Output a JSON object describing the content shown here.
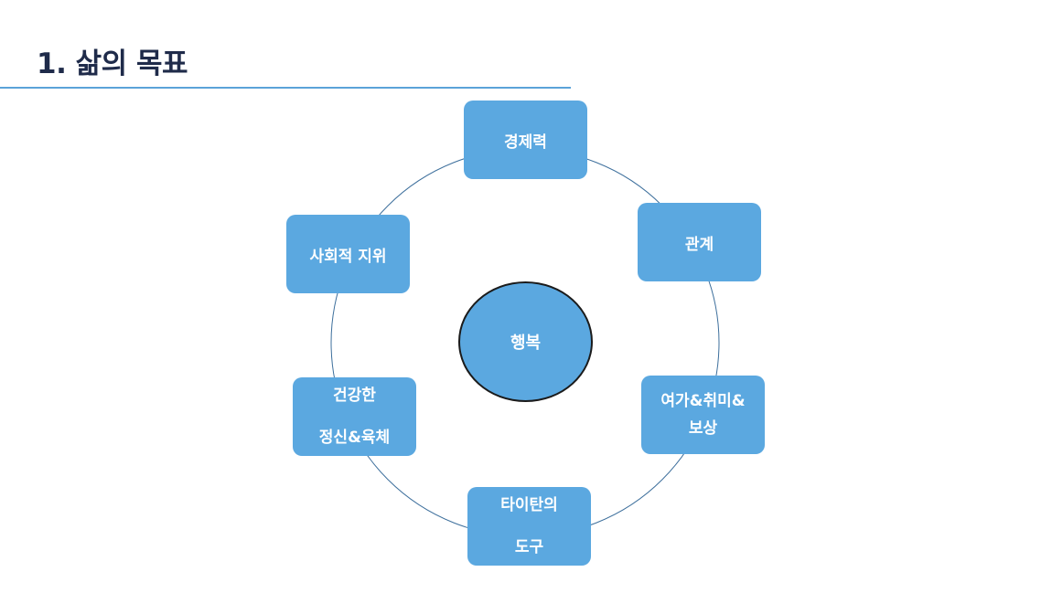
{
  "title": "1. 삶의 목표",
  "center": {
    "label": "행복"
  },
  "nodes": {
    "finance": {
      "lines": [
        "경제력"
      ]
    },
    "relationship": {
      "lines": [
        "관계"
      ]
    },
    "leisure": {
      "lines": [
        "여가&취미&",
        "보상"
      ]
    },
    "titan_tools": {
      "lines": [
        "타이탄의",
        "도구"
      ]
    },
    "health": {
      "lines": [
        "건강한",
        "정신&육체"
      ]
    },
    "status": {
      "lines": [
        "사회적 지위"
      ]
    }
  },
  "colors": {
    "node_fill": "#5ba8e0",
    "ring_stroke": "#3d6f9c",
    "title_rule": "#5ba3d9",
    "title_text": "#1f2b4a"
  }
}
